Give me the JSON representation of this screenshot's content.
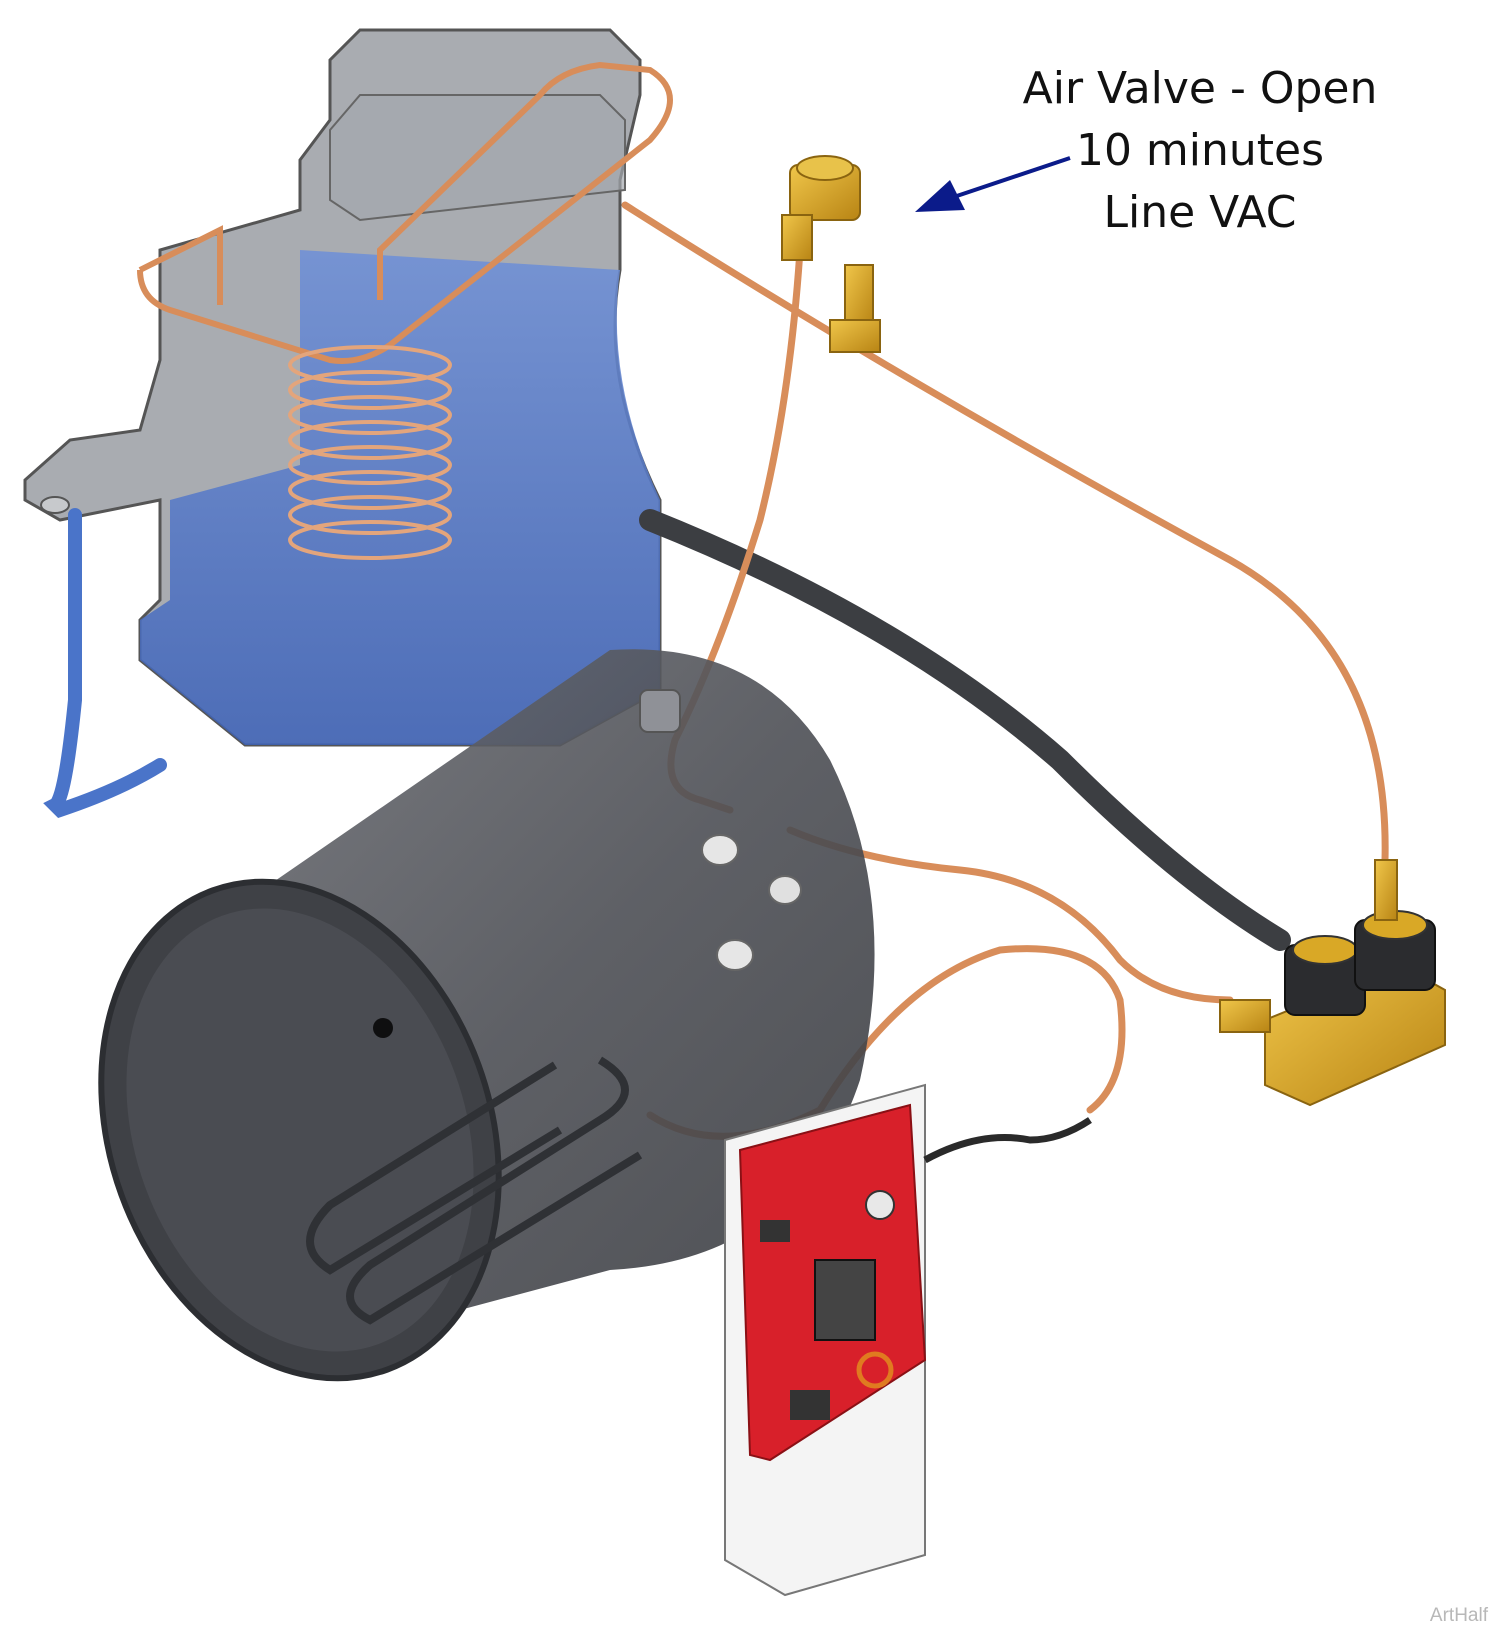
{
  "callout": {
    "line1": "Air Valve - Open",
    "line2": "10 minutes",
    "line3": "Line VAC"
  },
  "watermark": "ArtHalf",
  "colors": {
    "water": "#4a74c9",
    "copper": "#d88d5a",
    "brass": "#d6a322",
    "board": "#d8202a",
    "arrow": "#0b1b8a",
    "housing": "#7b7f86",
    "tank": "#55575c"
  }
}
